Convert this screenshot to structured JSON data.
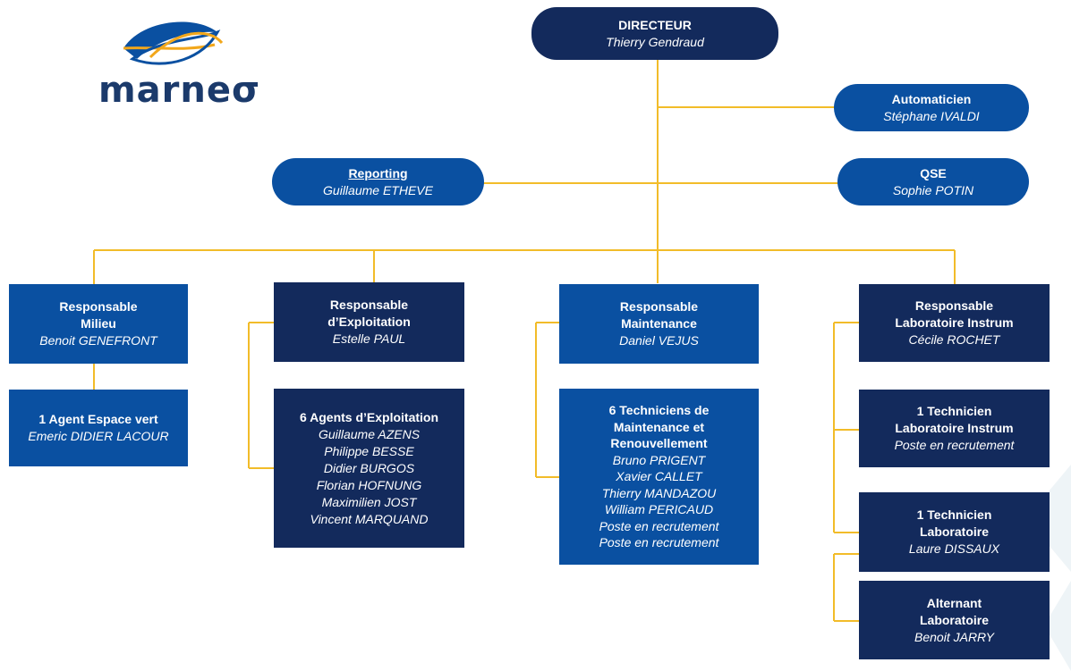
{
  "logo": {
    "text": "marneσ"
  },
  "colors": {
    "dark": "#132a5c",
    "mid": "#0a50a1",
    "line": "#f2bc29"
  },
  "directeur": {
    "title": "DIRECTEUR",
    "name": "Thierry Gendraud"
  },
  "automaticien": {
    "title": "Automaticien",
    "name": "Stéphane IVALDI"
  },
  "reporting": {
    "title": "Reporting",
    "name": "Guillaume ETHEVE"
  },
  "qse": {
    "title": "QSE",
    "name": "Sophie POTIN"
  },
  "resp_milieu": {
    "title": "Responsable\nMilieu",
    "name": "Benoit GENEFRONT"
  },
  "agent_espace_vert": {
    "title": "1 Agent Espace vert",
    "name": "Emeric DIDIER LACOUR"
  },
  "resp_exploitation": {
    "title": "Responsable\nd’Exploitation",
    "name": "Estelle PAUL"
  },
  "agents_exploitation": {
    "title": "6 Agents d’Exploitation",
    "names": "Guillaume AZENS\nPhilippe BESSE\nDidier BURGOS\nFlorian HOFNUNG\nMaximilien JOST\nVincent MARQUAND"
  },
  "resp_maintenance": {
    "title": "Responsable\nMaintenance",
    "name": "Daniel VEJUS"
  },
  "techniciens_maintenance": {
    "title": "6 Techniciens de\nMaintenance et\nRenouvellement",
    "names": "Bruno PRIGENT\nXavier CALLET\nThierry MANDAZOU\nWilliam PERICAUD\nPoste en recrutement\nPoste en recrutement"
  },
  "resp_laboratoire": {
    "title": "Responsable\nLaboratoire Instrum",
    "name": "Cécile ROCHET"
  },
  "tech_labo_instrum": {
    "title": "1 Technicien\nLaboratoire Instrum",
    "name": "Poste en recrutement"
  },
  "tech_laboratoire": {
    "title": "1 Technicien\nLaboratoire",
    "name": "Laure DISSAUX"
  },
  "alternant": {
    "title": "Alternant\nLaboratoire",
    "name": "Benoit JARRY"
  }
}
